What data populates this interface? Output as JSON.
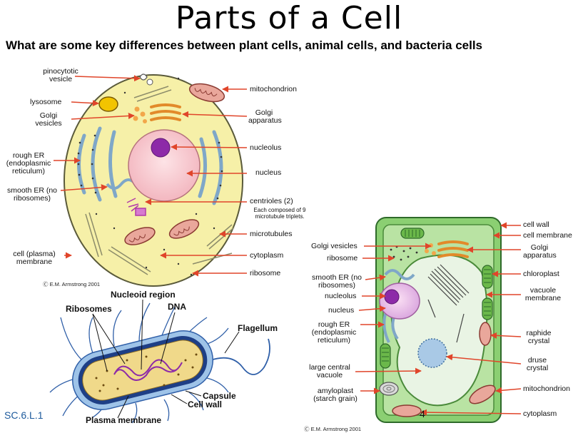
{
  "title": "Parts of a Cell",
  "subtitle": "What are some key differences between plant cells, animal cells, and bacteria cells",
  "standard_code": "SC.6.L.1",
  "slide_number": "4",
  "animal_cell": {
    "credit": "E.M. Armstrong 2001",
    "labels": {
      "pinocytotic_vesicle": "pinocytotic vesicle",
      "lysosome": "lysosome",
      "golgi_vesicles": "Golgi vesicles",
      "rough_er": "rough ER (endoplasmic reticulum)",
      "smooth_er": "smooth ER (no ribosomes)",
      "cell_membrane": "cell (plasma) membrane",
      "mitochondrion": "mitochondrion",
      "golgi_apparatus": "Golgi apparatus",
      "nucleolus": "nucleolus",
      "nucleus": "nucleus",
      "centrioles": "centrioles (2)",
      "centrioles_note": "Each composed of 9 microtubule triplets.",
      "microtubules": "microtubules",
      "cytoplasm": "cytoplasm",
      "ribosome": "ribosome"
    }
  },
  "bacteria_cell": {
    "labels": {
      "nucleoid": "Nucleoid region",
      "ribosomes": "Ribosomes",
      "dna": "DNA",
      "flagellum": "Flagellum",
      "capsule": "Capsule",
      "cell_wall": "Cell wall",
      "plasma_membrane": "Plasma membrane"
    }
  },
  "plant_cell": {
    "credit": "E.M. Armstrong 2001",
    "labels": {
      "golgi_vesicles": "Golgi vesicles",
      "ribosome": "ribosome",
      "smooth_er": "smooth ER (no ribosomes)",
      "nucleolus": "nucleolus",
      "nucleus": "nucleus",
      "rough_er": "rough ER (endoplasmic reticulum)",
      "large_vacuole": "large central vacuole",
      "amyloplast": "amyloplast (starch grain)",
      "cell_wall": "cell wall",
      "cell_membrane": "cell membrane",
      "golgi_apparatus": "Golgi apparatus",
      "chloroplast": "chloroplast",
      "vacuole_membrane": "vacuole membrane",
      "raphide_crystal": "raphide crystal",
      "druse_crystal": "druse crystal",
      "mitochondrion": "mitochondrion",
      "cytoplasm": "cytoplasm"
    }
  },
  "colors": {
    "animal_cytoplasm": "#f6f0a8",
    "nucleus_pink": "#f7c9cf",
    "nucleolus_purple": "#8d2aa8",
    "plant_outer": "#8bcf72",
    "plant_inner": "#b9e3a3",
    "vacuole": "#e9f4e4",
    "arrow_red": "#e0452a",
    "bacteria_blue": "#2f5fa8"
  }
}
